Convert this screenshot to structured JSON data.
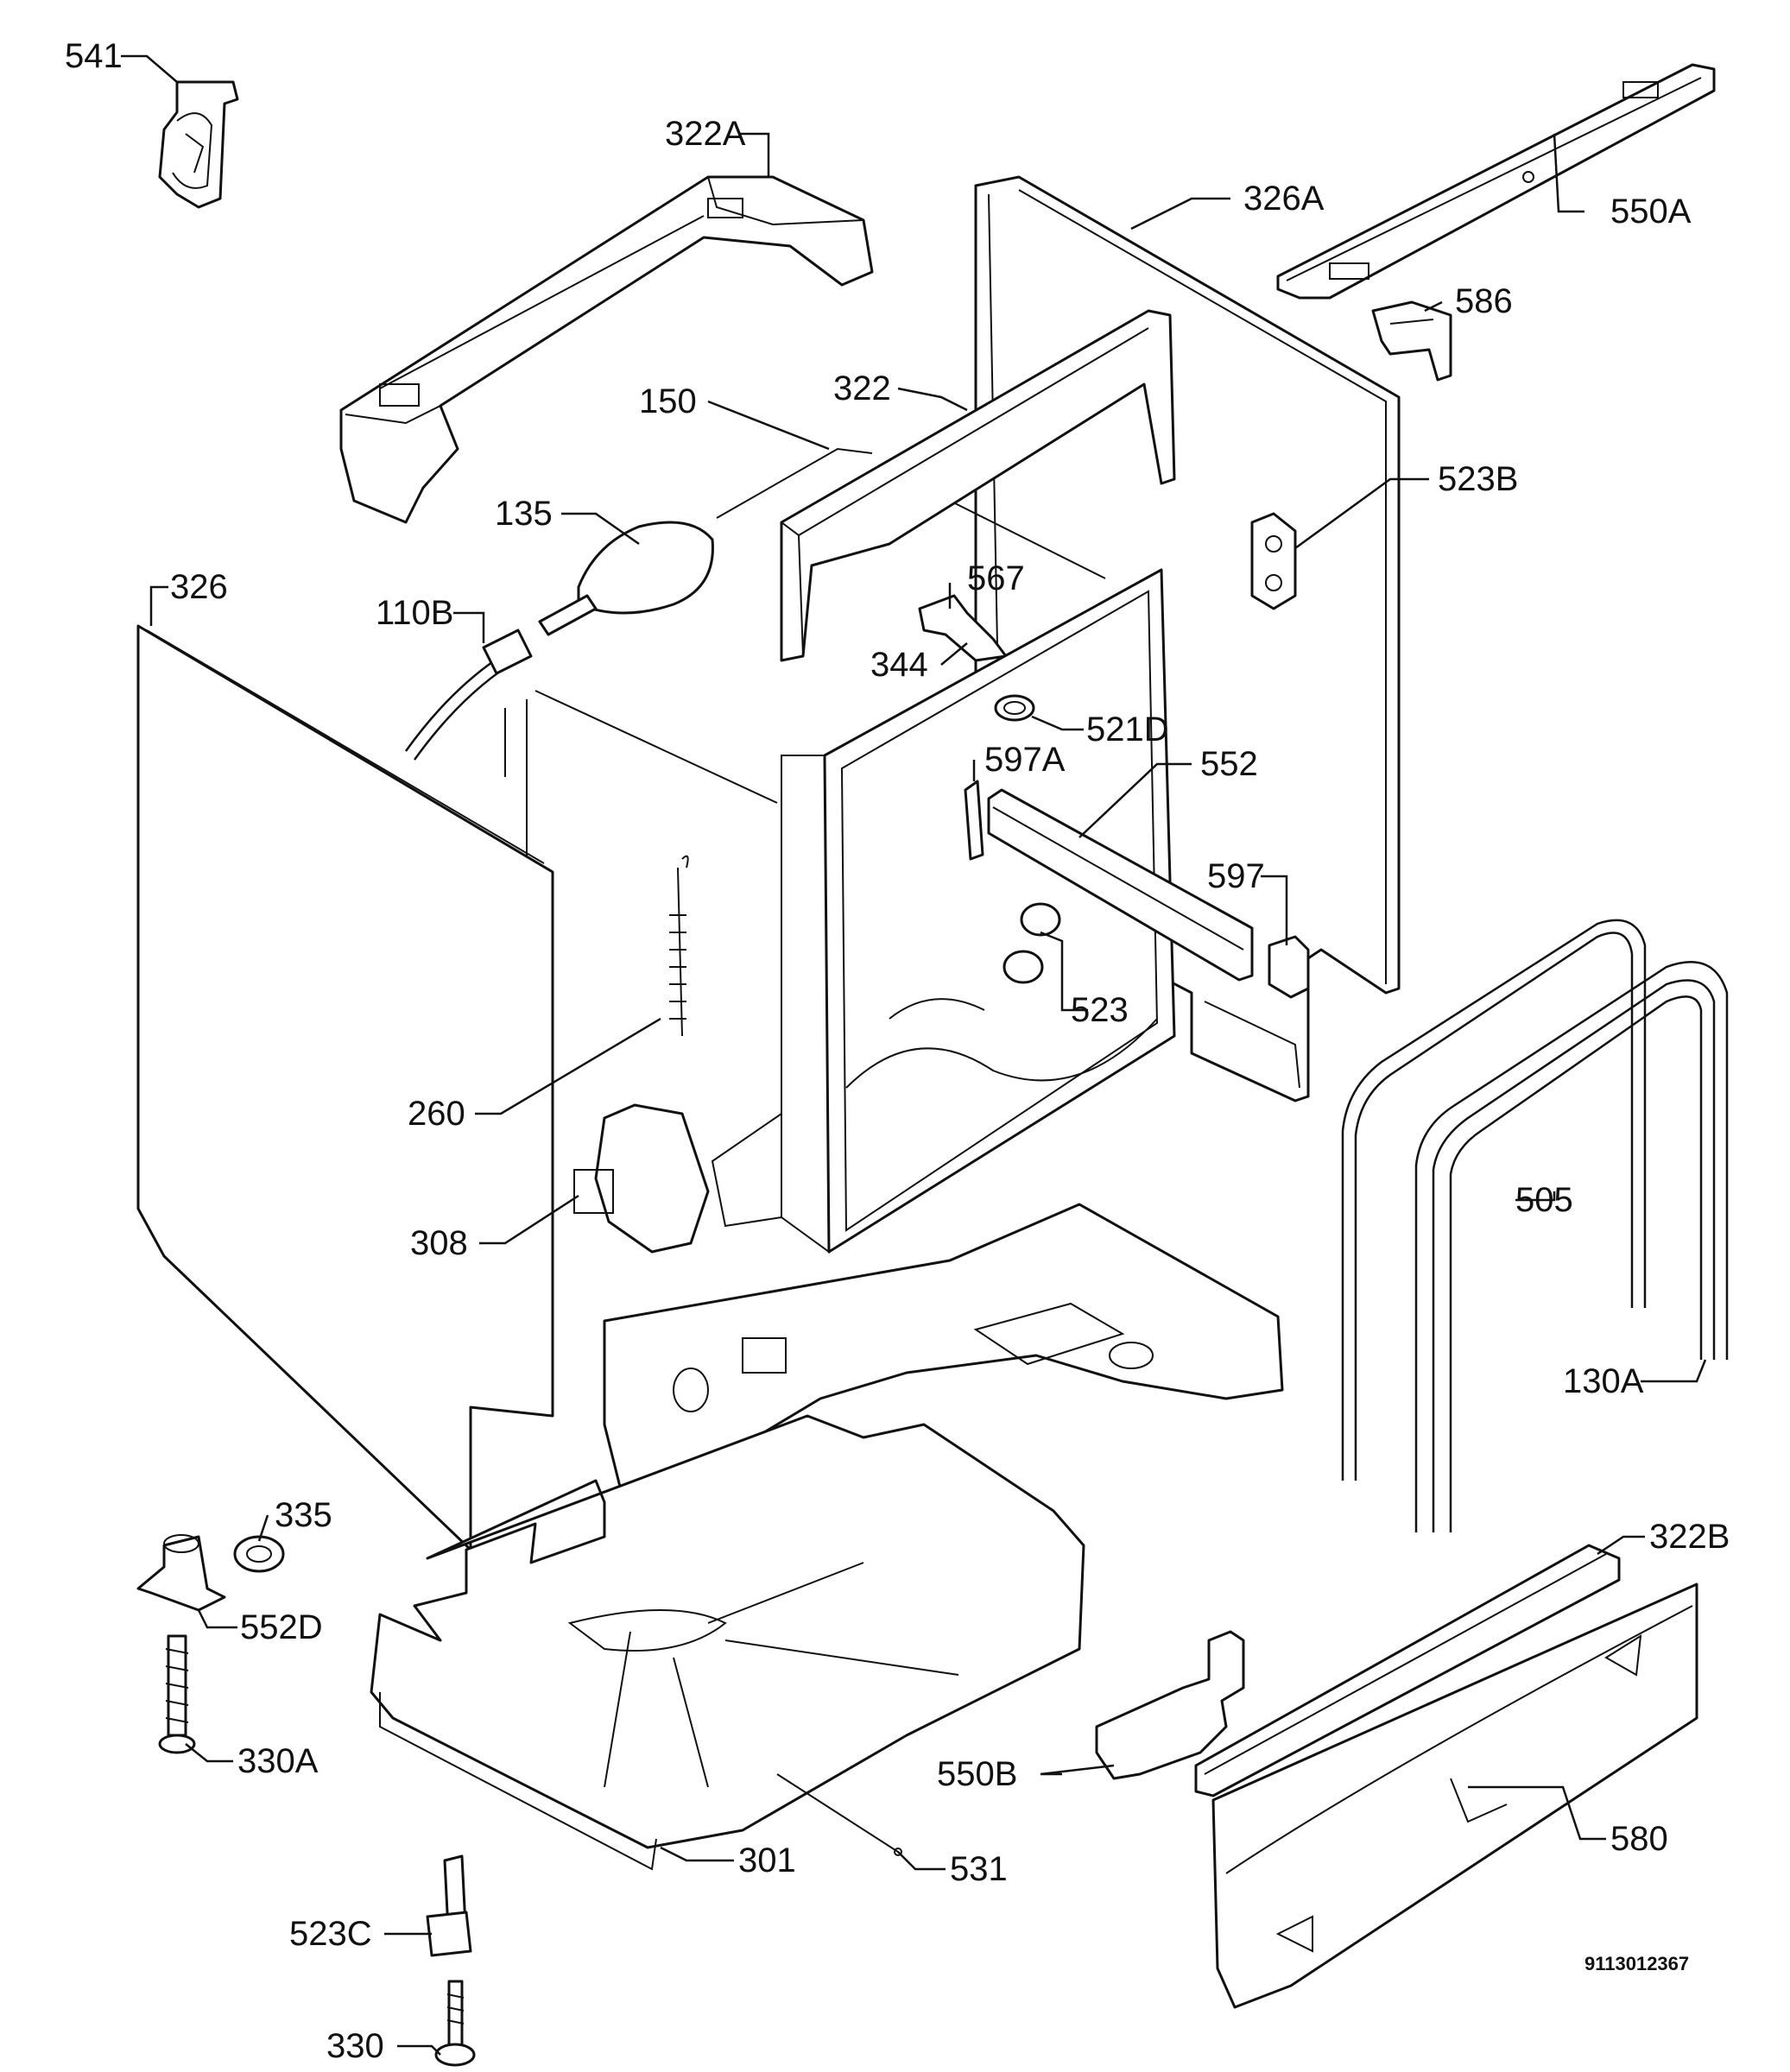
{
  "callouts": [
    {
      "num": "541",
      "suffix": ""
    },
    {
      "num": "322",
      "suffix": "A"
    },
    {
      "num": "326",
      "suffix": "A"
    },
    {
      "num": "550",
      "suffix": "A"
    },
    {
      "num": "586",
      "suffix": ""
    },
    {
      "num": "150",
      "suffix": ""
    },
    {
      "num": "322",
      "suffix": ""
    },
    {
      "num": "135",
      "suffix": ""
    },
    {
      "num": "523",
      "suffix": "B"
    },
    {
      "num": "326",
      "suffix": ""
    },
    {
      "num": "567",
      "suffix": ""
    },
    {
      "num": "110",
      "suffix": "B"
    },
    {
      "num": "344",
      "suffix": ""
    },
    {
      "num": "521",
      "suffix": "D"
    },
    {
      "num": "597",
      "suffix": "A"
    },
    {
      "num": "552",
      "suffix": ""
    },
    {
      "num": "597",
      "suffix": ""
    },
    {
      "num": "523",
      "suffix": ""
    },
    {
      "num": "260",
      "suffix": ""
    },
    {
      "num": "505",
      "suffix": ""
    },
    {
      "num": "308",
      "suffix": ""
    },
    {
      "num": "130",
      "suffix": "A"
    },
    {
      "num": "335",
      "suffix": ""
    },
    {
      "num": "322",
      "suffix": "B"
    },
    {
      "num": "552",
      "suffix": "D"
    },
    {
      "num": "330",
      "suffix": "A"
    },
    {
      "num": "550",
      "suffix": "B"
    },
    {
      "num": "580",
      "suffix": ""
    },
    {
      "num": "301",
      "suffix": ""
    },
    {
      "num": "531",
      "suffix": ""
    },
    {
      "num": "523",
      "suffix": "C"
    },
    {
      "num": "330",
      "suffix": ""
    }
  ],
  "document_number": "9113012367"
}
